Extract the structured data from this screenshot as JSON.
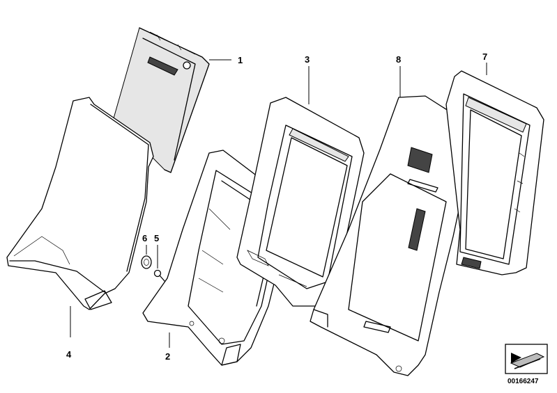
{
  "diagram": {
    "callouts": [
      {
        "id": "1",
        "label": "1"
      },
      {
        "id": "2",
        "label": "2"
      },
      {
        "id": "3",
        "label": "3"
      },
      {
        "id": "4",
        "label": "4"
      },
      {
        "id": "5",
        "label": "5"
      },
      {
        "id": "6",
        "label": "6"
      },
      {
        "id": "7",
        "label": "7"
      },
      {
        "id": "8",
        "label": "8"
      }
    ],
    "document_number": "00166247"
  }
}
